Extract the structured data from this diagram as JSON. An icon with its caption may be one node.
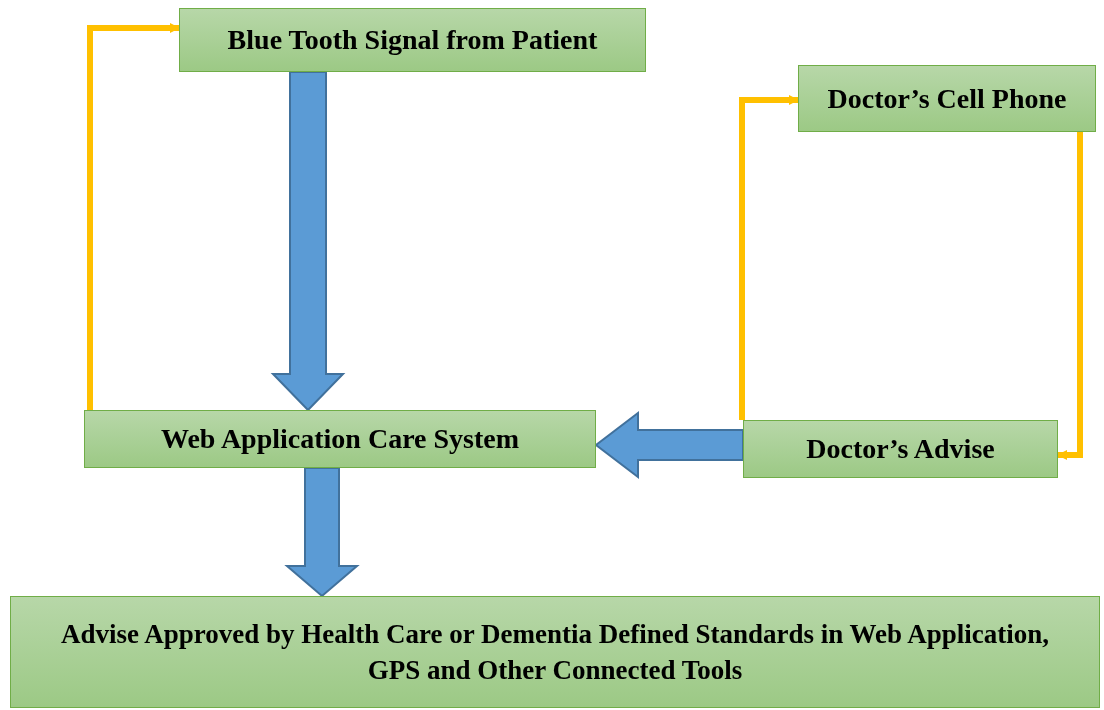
{
  "diagram": {
    "nodes": [
      {
        "text": [
          "Blue Tooth Signal from Patient"
        ]
      },
      {
        "text": [
          "Web Application Care System"
        ]
      },
      {
        "text": [
          "Doctor’s Cell Phone"
        ]
      },
      {
        "text": [
          "Doctor’s Advise"
        ]
      },
      {
        "text": [
          "Advise Approved by Health Care or Dementia Defined Standards in Web Application, GPS and Other Connected Tools"
        ]
      }
    ],
    "edges": [
      {
        "from": 1,
        "to": 0,
        "arrow": "to",
        "color": "#ffc000"
      },
      {
        "from": 0,
        "to": 1,
        "arrow": "to",
        "style": "thick",
        "color": "#5b9bd5"
      },
      {
        "from": 3,
        "to": 2,
        "arrow": "to",
        "color": "#ffc000"
      },
      {
        "from": 2,
        "to": 3,
        "arrow": "to",
        "color": "#ffc000"
      },
      {
        "from": 3,
        "to": 1,
        "arrow": "to",
        "style": "thick",
        "color": "#5b9bd5"
      },
      {
        "from": 1,
        "to": 4,
        "arrow": "to",
        "style": "thick",
        "color": "#5b9bd5"
      }
    ]
  }
}
